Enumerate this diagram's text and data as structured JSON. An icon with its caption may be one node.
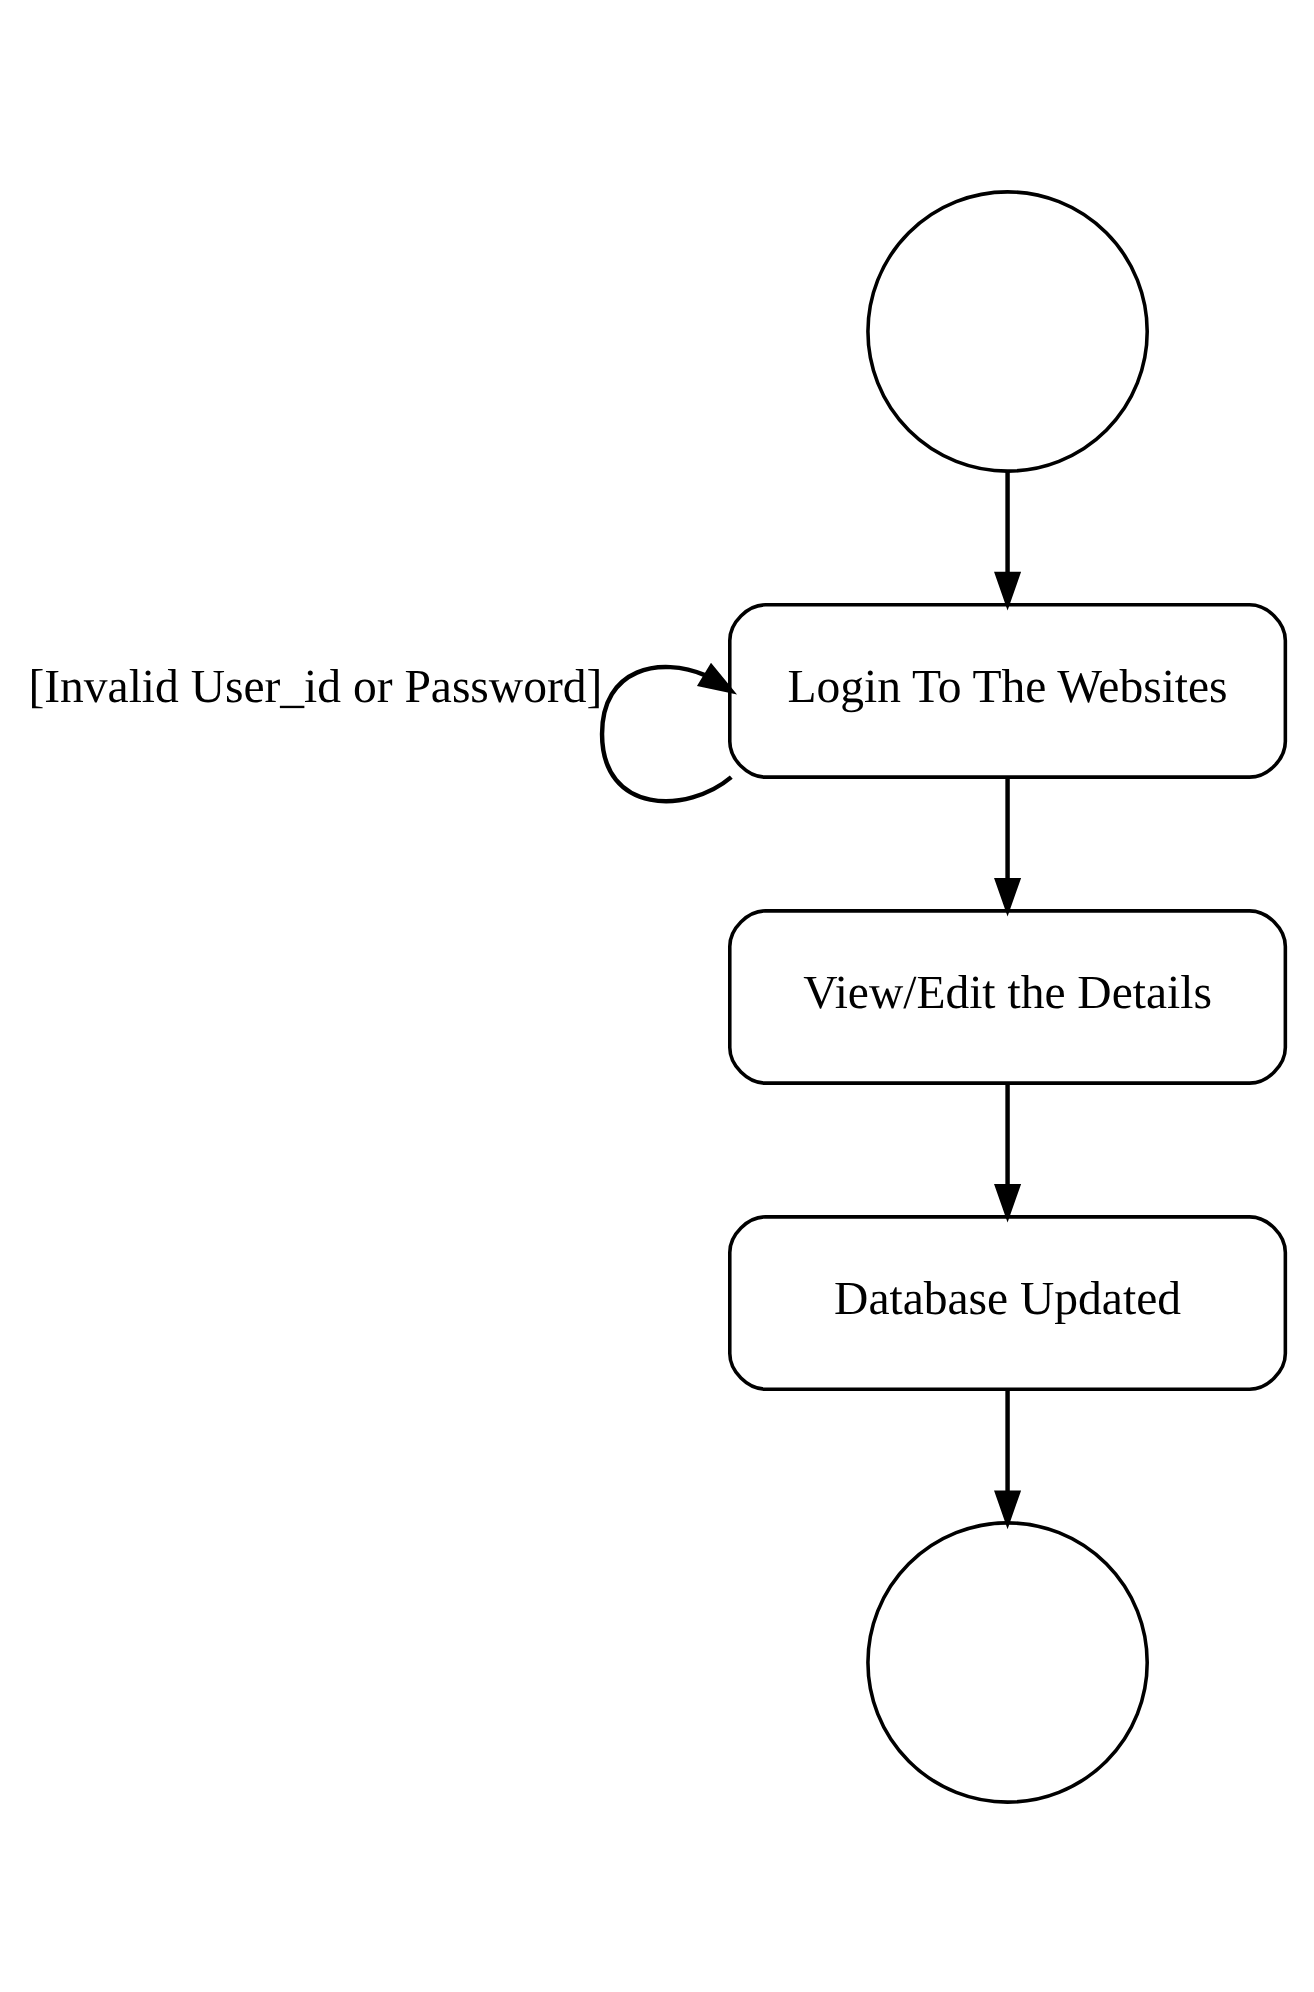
{
  "diagram": {
    "nodes": [
      {
        "text": [],
        "shape": "circle"
      },
      {
        "text": [
          "Login To The Websites"
        ]
      },
      {
        "text": [
          "View/Edit the Details"
        ]
      },
      {
        "text": [
          "Database Updated"
        ]
      },
      {
        "text": [],
        "shape": "circle"
      }
    ],
    "edges": [
      {
        "from": 0,
        "to": 1,
        "arrow": "to"
      },
      {
        "from": 1,
        "to": 1,
        "arrow": "to",
        "label": "[Invalid User_id or Password]"
      },
      {
        "from": 1,
        "to": 2,
        "arrow": "to"
      },
      {
        "from": 2,
        "to": 3,
        "arrow": "to"
      },
      {
        "from": 3,
        "to": 4,
        "arrow": "to"
      }
    ]
  }
}
